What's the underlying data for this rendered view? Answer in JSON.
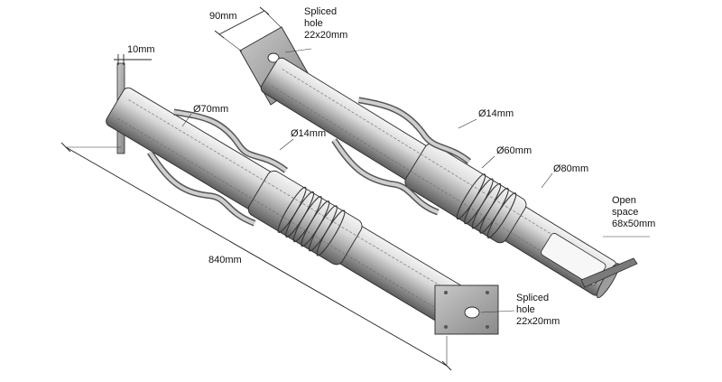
{
  "colors": {
    "steel_light": "#e2e2e2",
    "steel_mid": "#b7b7b7",
    "steel_dark": "#6e6e6e",
    "outline": "#2a2a2a"
  },
  "labels": {
    "plate_thickness": "10mm",
    "pipe_outer_dia": "Ø70mm",
    "bar_dia_left": "Ø14mm",
    "total_length": "840mm",
    "spliced_hole_left": [
      "Spliced",
      "hole",
      "22x20mm"
    ],
    "plate_width": "90mm",
    "spliced_hole_right": [
      "Spliced",
      "hole",
      "22x20mm"
    ],
    "bar_dia_right": "Ø14mm",
    "inner_tube_dia": "Ø60mm",
    "outer_sleeve_dia": "Ø80mm",
    "open_space": [
      "Open",
      "space",
      "68x50mm"
    ]
  }
}
